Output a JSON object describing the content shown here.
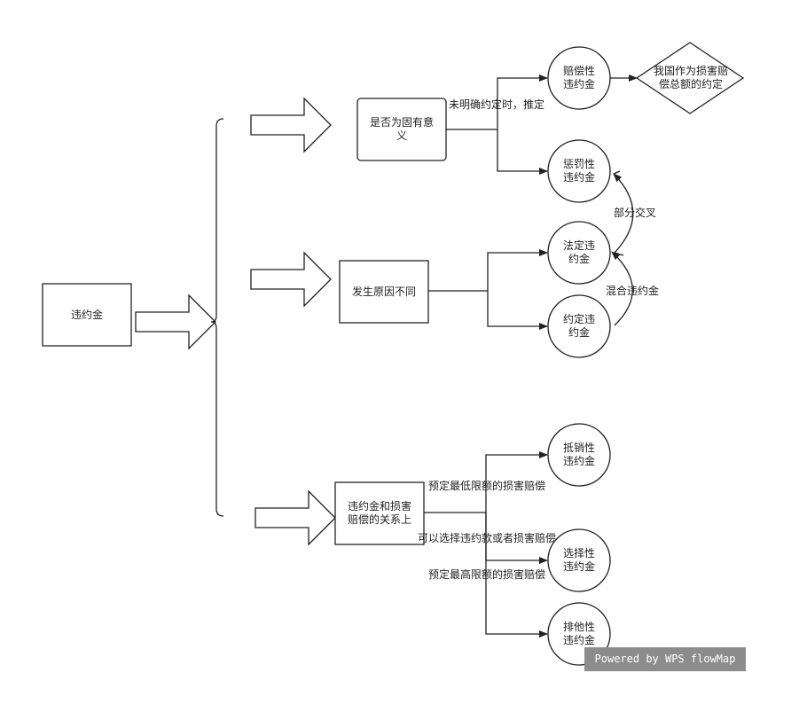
{
  "nodes": {
    "root": "违约金",
    "cat_fixed": [
      "是否为固有意",
      "义"
    ],
    "cat_cause": "发生原因不同",
    "cat_relation": [
      "违约金和损害",
      "赔偿的关系上"
    ],
    "compensatory": [
      "赔偿性",
      "违约金"
    ],
    "total_limit": [
      "我国作为损害赔",
      "偿总额的约定"
    ],
    "punitive": [
      "惩罚性",
      "违约金"
    ],
    "statutory": [
      "法定违",
      "约金"
    ],
    "agreed": [
      "约定违",
      "约金"
    ],
    "offset": [
      "抵销性",
      "违约金"
    ],
    "optional": [
      "选择性",
      "违约金"
    ],
    "exclusive": [
      "排他性",
      "违约金"
    ]
  },
  "edges": {
    "presumption": "未明确约定时，推定",
    "partial_cross": "部分交叉",
    "mixed": "混合违约金",
    "min_damage": "预定最低限额的损害赔偿",
    "choose": "可以选择违约款或者损害赔偿",
    "max_damage": "预定最高限额的损害赔偿"
  },
  "watermark": "Powered by WPS flowMap"
}
